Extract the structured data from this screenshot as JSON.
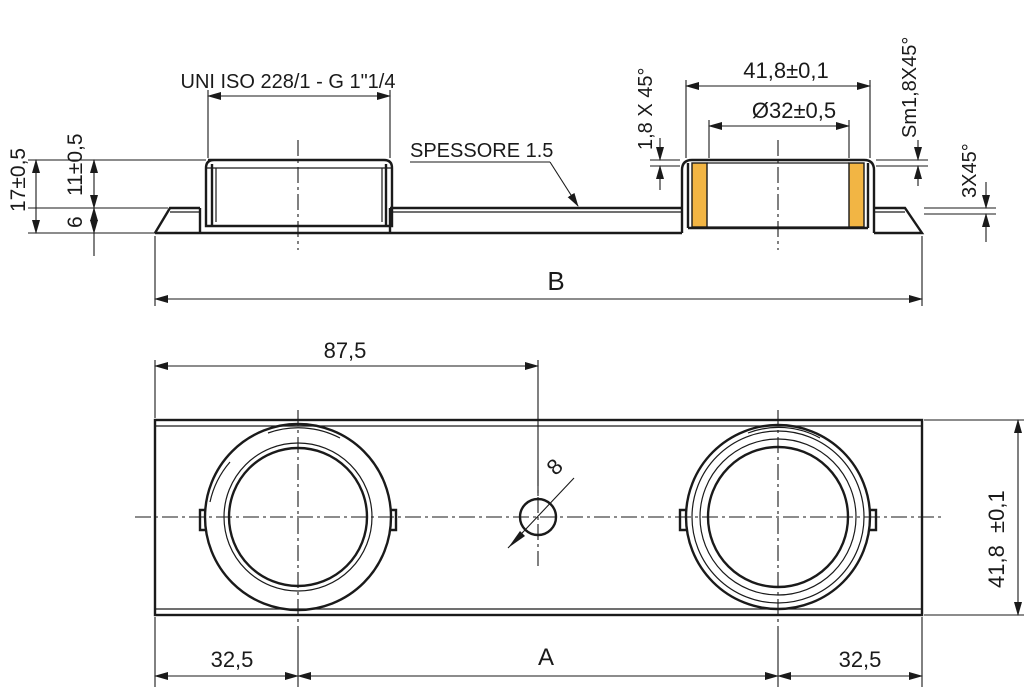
{
  "colors": {
    "line": "#1a1a1a",
    "seal": "#f2b544",
    "background": "#ffffff"
  },
  "labels": {
    "thread": "UNI ISO 228/1 - G 1\"1/4",
    "thickness": "SPESSORE 1.5",
    "chamfer_top": "1,8 X 45°",
    "outer_width": "41,8±0,1",
    "bore_diameter": "Ø32±0,5",
    "chamfer_side": "Sm1,8X45°",
    "chamfer_small": "3X45°",
    "height_total": "17±0,5",
    "height_boss": "11±0,5",
    "height_base": "6",
    "length_b": "B",
    "hole_offset": "87,5",
    "hole_diameter": "8",
    "plate_width": "41,8  ±0,1",
    "edge_left": "32,5",
    "center_a": "A",
    "edge_right": "32,5"
  }
}
